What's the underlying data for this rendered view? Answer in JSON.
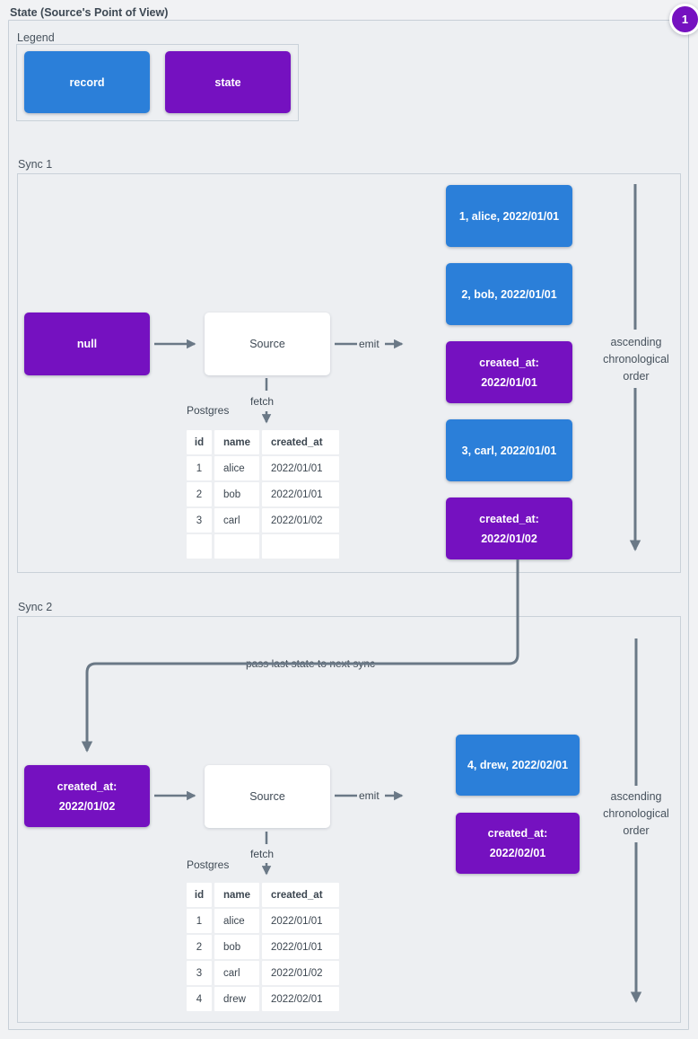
{
  "title": "State (Source's Point of View)",
  "badge": {
    "value": "1"
  },
  "colors": {
    "record": "#2b7fd9",
    "state": "#7511c0",
    "wire": "#6a7886",
    "panel": "#edeff2",
    "page": "#f1f2f4"
  },
  "legend": {
    "label": "Legend",
    "items": [
      {
        "type": "record",
        "label": "record"
      },
      {
        "type": "state",
        "label": "state"
      }
    ]
  },
  "connector": {
    "label": "pass last state to next sync"
  },
  "sync1": {
    "label": "Sync 1",
    "state_in": {
      "lines": [
        "null"
      ]
    },
    "source_label": "Source",
    "emit_label": "emit",
    "fetch_label": "fetch",
    "db_label": "Postgres",
    "order_note": [
      "ascending",
      "chronological",
      "order"
    ],
    "emitted": [
      {
        "type": "record",
        "lines": [
          "1, alice, 2022/01/01"
        ]
      },
      {
        "type": "record",
        "lines": [
          "2, bob, 2022/01/01"
        ]
      },
      {
        "type": "state",
        "lines": [
          "created_at:",
          "2022/01/01"
        ]
      },
      {
        "type": "record",
        "lines": [
          "3, carl, 2022/01/01"
        ]
      },
      {
        "type": "state",
        "lines": [
          "created_at:",
          "2022/01/02"
        ]
      }
    ],
    "table": {
      "headers": [
        "id",
        "name",
        "created_at"
      ],
      "rows": [
        [
          "1",
          "alice",
          "2022/01/01"
        ],
        [
          "2",
          "bob",
          "2022/01/01"
        ],
        [
          "3",
          "carl",
          "2022/01/02"
        ],
        [
          "",
          "",
          ""
        ]
      ]
    }
  },
  "sync2": {
    "label": "Sync 2",
    "state_in": {
      "lines": [
        "created_at:",
        "2022/01/02"
      ]
    },
    "source_label": "Source",
    "emit_label": "emit",
    "fetch_label": "fetch",
    "db_label": "Postgres",
    "order_note": [
      "ascending",
      "chronological",
      "order"
    ],
    "emitted": [
      {
        "type": "record",
        "lines": [
          "4, drew, 2022/02/01"
        ]
      },
      {
        "type": "state",
        "lines": [
          "created_at:",
          "2022/02/01"
        ]
      }
    ],
    "table": {
      "headers": [
        "id",
        "name",
        "created_at"
      ],
      "rows": [
        [
          "1",
          "alice",
          "2022/01/01"
        ],
        [
          "2",
          "bob",
          "2022/01/01"
        ],
        [
          "3",
          "carl",
          "2022/01/02"
        ],
        [
          "4",
          "drew",
          "2022/02/01"
        ]
      ]
    }
  }
}
